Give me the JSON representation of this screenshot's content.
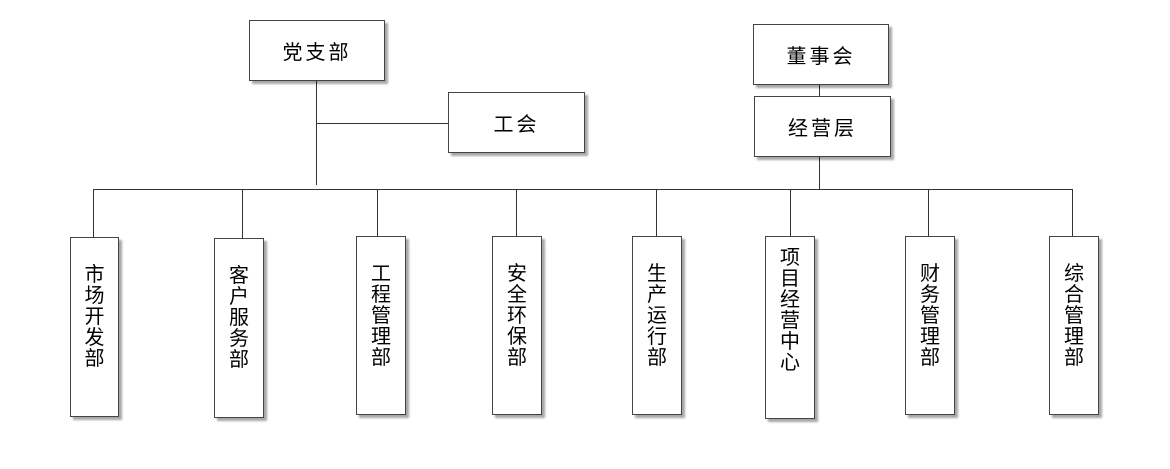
{
  "nodes": {
    "party_branch": "党支部",
    "trade_union": "工会",
    "board": "董事会",
    "management": "经营层"
  },
  "departments": [
    "市场开发部",
    "客户服务部",
    "工程管理部",
    "安全环保部",
    "生产运行部",
    "项目经营中心",
    "财务管理部",
    "综合管理部"
  ]
}
